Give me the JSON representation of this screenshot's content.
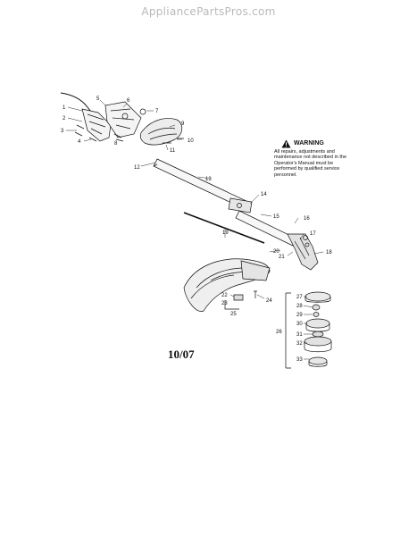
{
  "header": {
    "site": "AppliancePartsPros.com"
  },
  "warning": {
    "title": "WARNING",
    "icon": "warning-triangle-icon",
    "text": "All repairs, adjustments and maintenance not described in the Operator's Manual must be performed by qualified service personnel."
  },
  "date_code": "10/07",
  "part_numbers": [
    "1",
    "2",
    "3",
    "4",
    "5",
    "6",
    "7",
    "8",
    "9",
    "10",
    "11",
    "12",
    "13",
    "14",
    "15",
    "16",
    "17",
    "18",
    "19",
    "20",
    "21",
    "22",
    "23",
    "24",
    "25",
    "26",
    "27",
    "28",
    "29",
    "30",
    "31",
    "32",
    "33"
  ]
}
